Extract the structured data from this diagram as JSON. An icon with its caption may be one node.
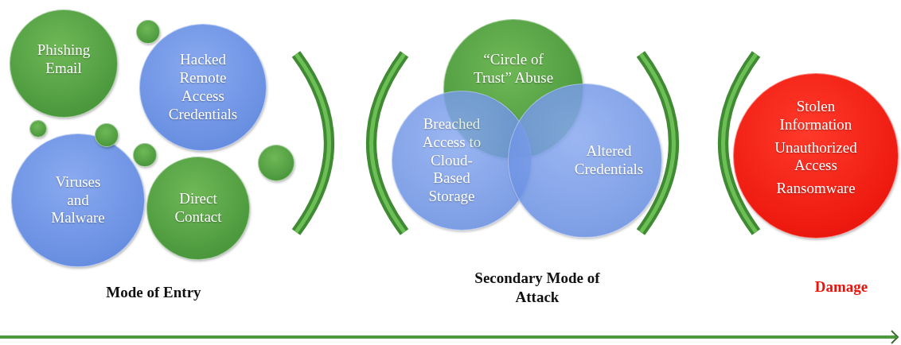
{
  "diagram": {
    "nodes": [
      {
        "text": [
          "Phishing Email"
        ]
      },
      {
        "text": [
          "Hacked Remote Access Credentials"
        ]
      },
      {
        "text": [
          "Viruses and Malware"
        ]
      },
      {
        "text": [
          "Direct Contact"
        ]
      },
      {
        "text": [],
        "shape": "circle"
      },
      {
        "text": [],
        "shape": "circle"
      },
      {
        "text": [],
        "shape": "circle"
      },
      {
        "text": [],
        "shape": "circle"
      },
      {
        "text": [],
        "shape": "circle"
      },
      {
        "text": [
          "“Circle of Trust” Abuse"
        ]
      },
      {
        "text": [
          "Breached Access to Cloud-Based Storage"
        ]
      },
      {
        "text": [
          "Altered Credentials"
        ]
      },
      {
        "text": [
          "Stolen Information",
          "Unauthorized Access",
          "Ransomware"
        ]
      }
    ],
    "labels": [
      "Mode of Entry",
      "Secondary Mode of Attack",
      "Damage"
    ]
  }
}
